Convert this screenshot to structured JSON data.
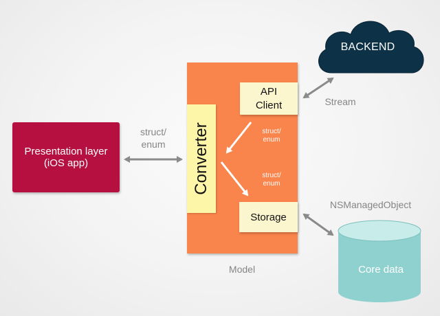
{
  "nodes": {
    "presentation": {
      "line1": "Presentation layer",
      "line2": "(iOS app)"
    },
    "converter": {
      "label": "Converter"
    },
    "api_client": {
      "line1": "API",
      "line2": "Client"
    },
    "storage": {
      "label": "Storage"
    },
    "backend": {
      "label": "BACKEND"
    },
    "core_data": {
      "label": "Core data"
    },
    "model": {
      "label": "Model"
    }
  },
  "edges": {
    "presentation_converter": {
      "line1": "struct/",
      "line2": "enum"
    },
    "api_to_converter": {
      "line1": "struct/",
      "line2": "enum"
    },
    "converter_to_storage": {
      "line1": "struct/",
      "line2": "enum"
    },
    "api_backend": {
      "label": "Stream"
    },
    "storage_coredata": {
      "label": "NSManagedObject"
    }
  },
  "colors": {
    "presentation": "#b5103f",
    "model": "#f9844c",
    "converter": "#fdf6a8",
    "inner_box": "#fcf6cf",
    "backend_cloud": "#0d3146",
    "core_data_cylinder": "#8fd1cf",
    "connector": "#8a8a8a"
  },
  "icons": {
    "backend": "cloud-icon",
    "core_data": "database-cylinder-icon"
  }
}
